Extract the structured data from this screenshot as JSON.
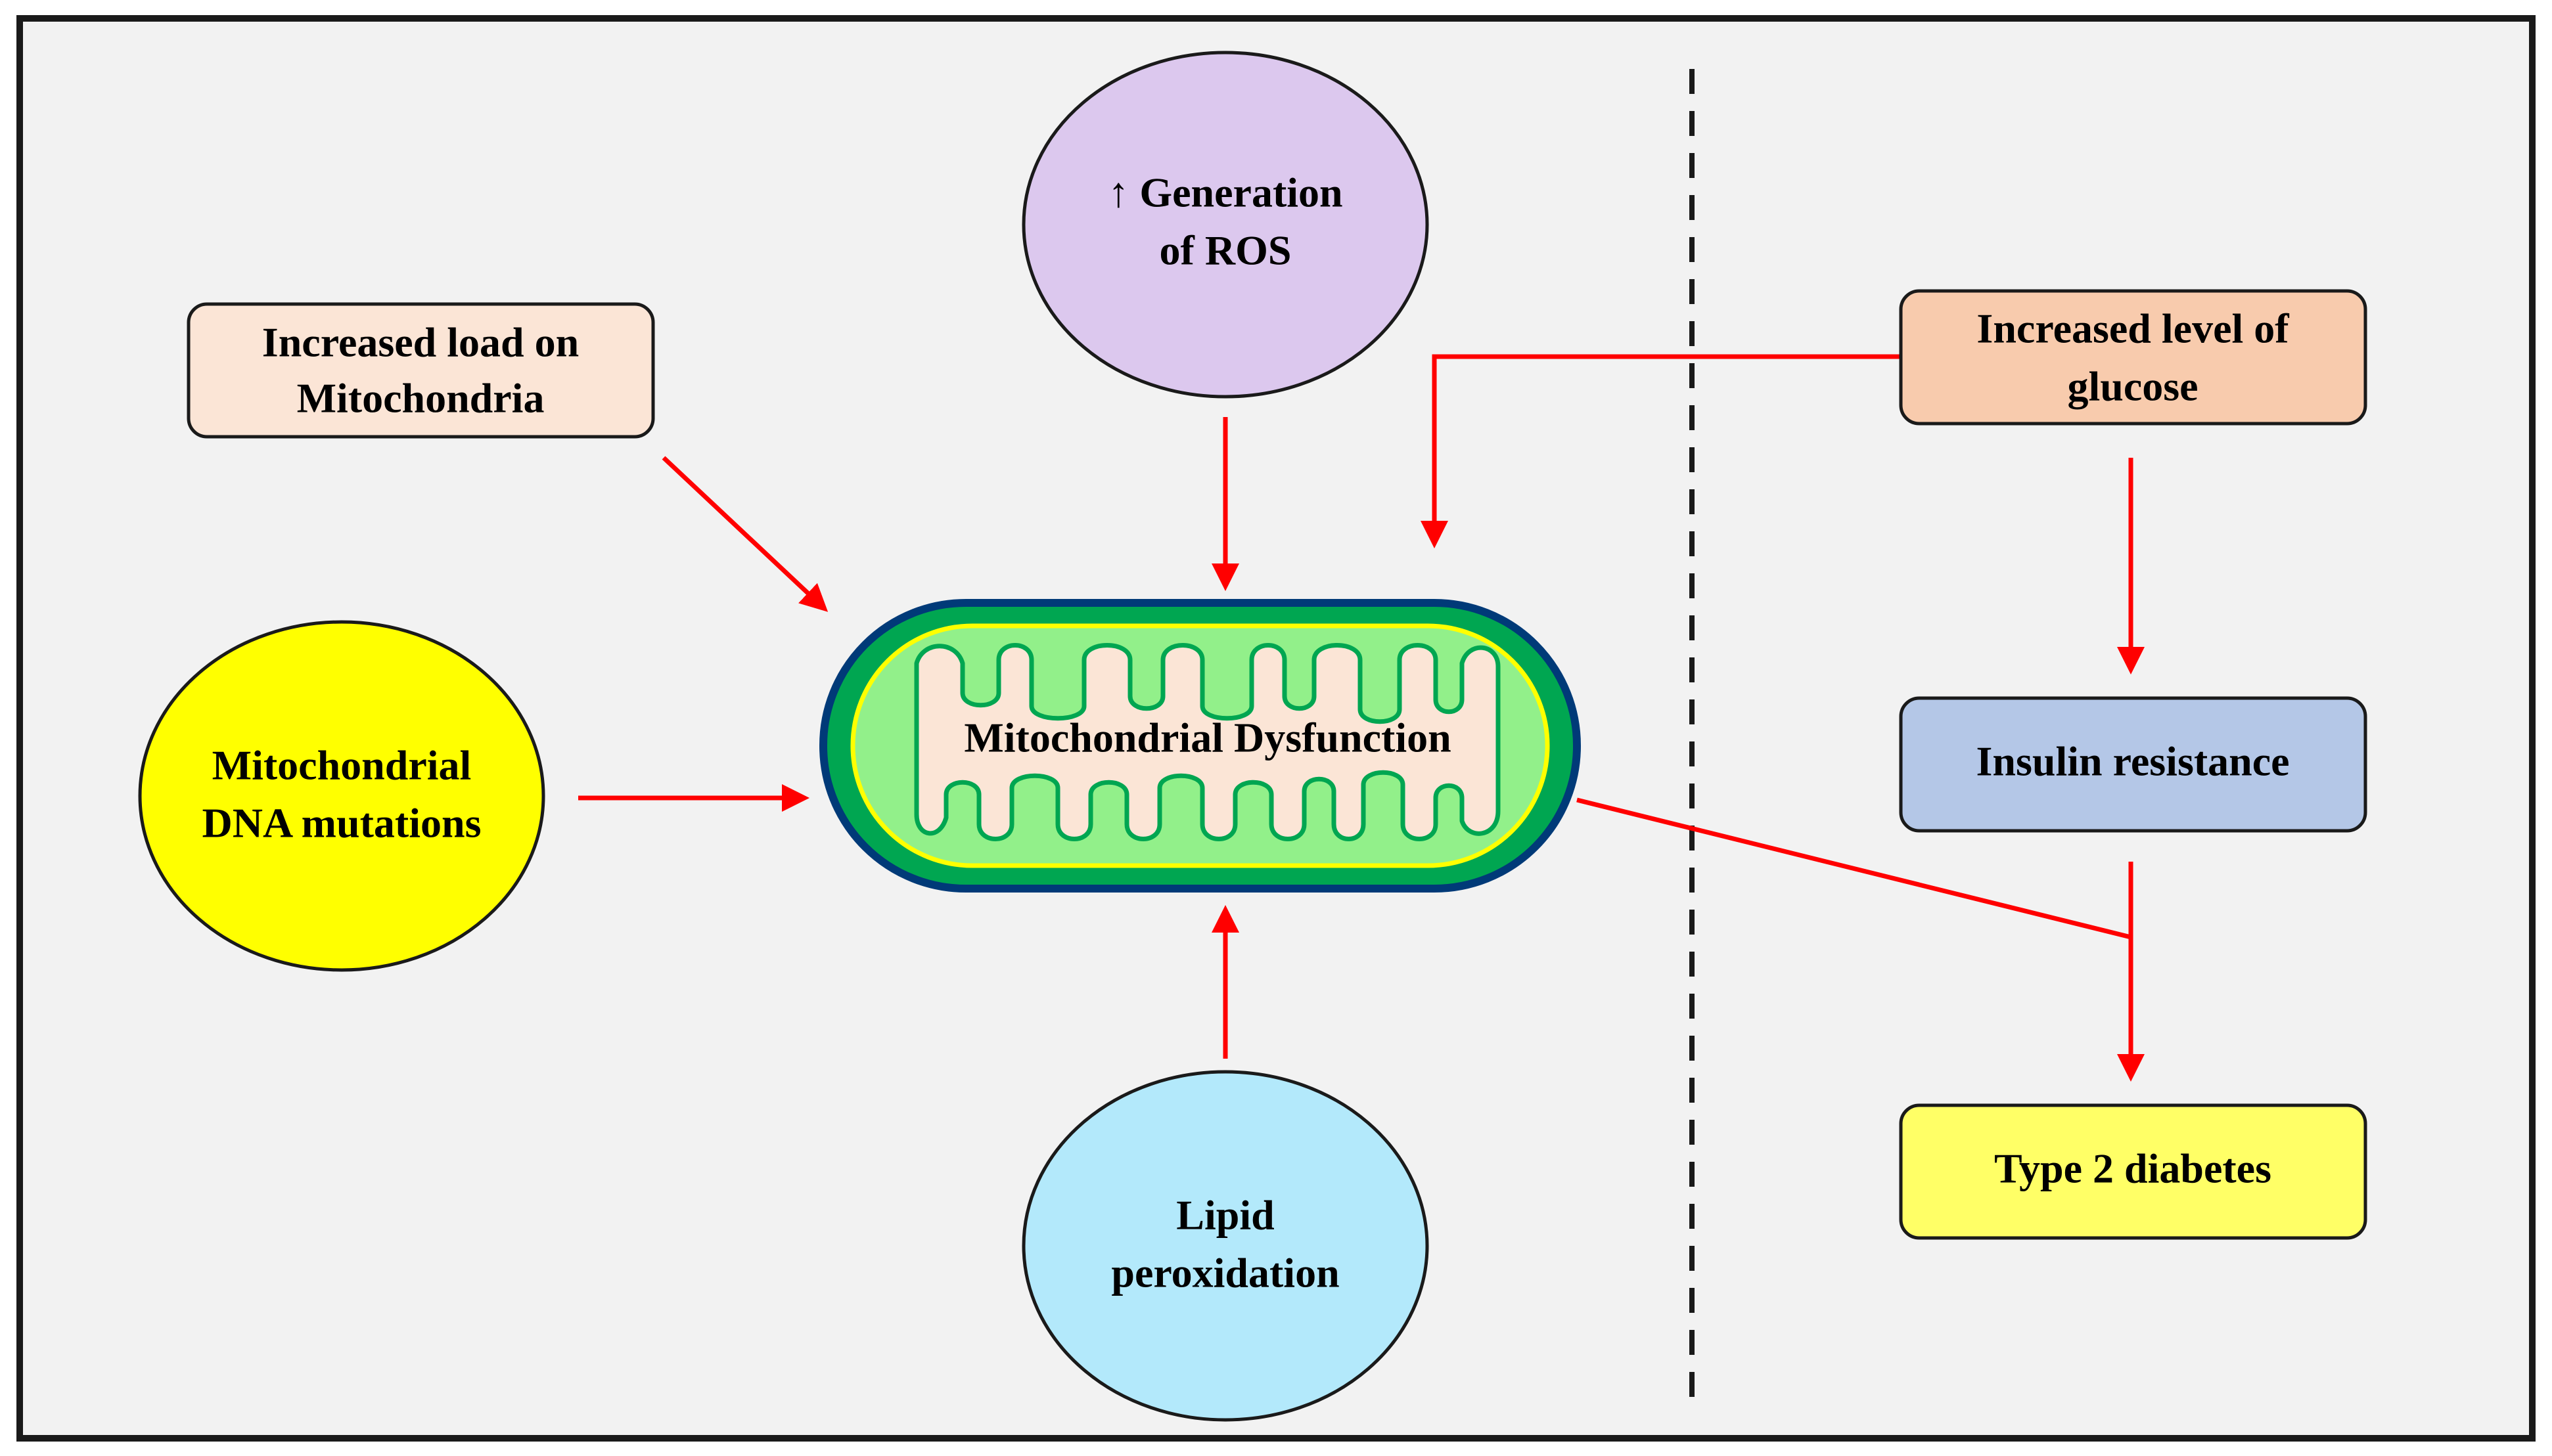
{
  "nodes": {
    "load": {
      "line1": "Increased load on",
      "line2": "Mitochondria"
    },
    "ros": {
      "line1": "↑ Generation",
      "line2": "of ROS"
    },
    "glucose": {
      "line1": "Increased level of",
      "line2": "glucose"
    },
    "dna": {
      "line1": "Mitochondrial",
      "line2": "DNA mutations"
    },
    "center": {
      "label": "Mitochondrial Dysfunction"
    },
    "insulin": {
      "label": "Insulin resistance"
    },
    "lipid": {
      "line1": "Lipid",
      "line2": "peroxidation"
    },
    "diabetes": {
      "label": "Type 2 diabetes"
    }
  },
  "colors": {
    "background": "#f2f2f2",
    "frame": "#1a1a1a",
    "arrow": "#ff0000",
    "load_fill": "#fbe5d6",
    "ros_fill": "#dcc8ee",
    "glucose_fill": "#f8cbad",
    "dna_fill": "#ffff00",
    "insulin_fill": "#b4c7e7",
    "lipid_fill": "#b3e9fb",
    "diabetes_fill": "#ffff66",
    "mito_outer": "#003a78",
    "mito_membrane": "#00a651",
    "mito_inner_border": "#ffff00",
    "mito_matrix": "#92f08a",
    "mito_cristae": "#fbe5d6"
  }
}
